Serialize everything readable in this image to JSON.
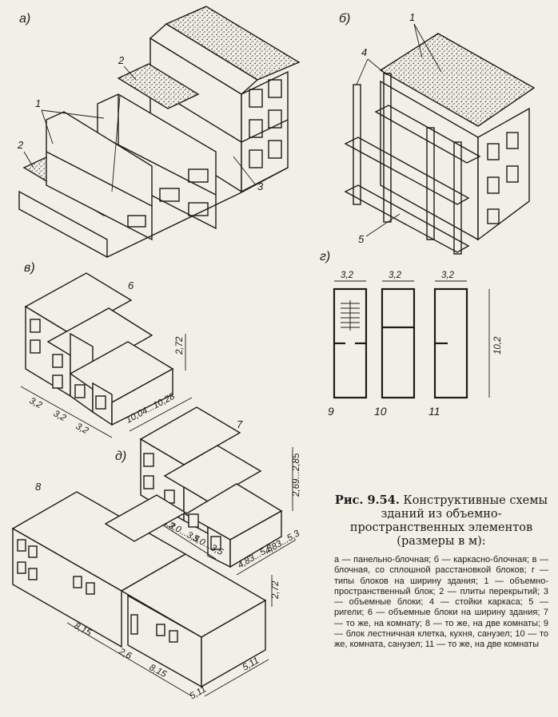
{
  "panels": {
    "a": "а)",
    "b": "б)",
    "v": "в)",
    "g": "г)",
    "d": "д)"
  },
  "callouts": {
    "a_1": "1",
    "a_2_top": "2",
    "a_2_bottom": "2",
    "a_3": "3",
    "b_1": "1",
    "b_4": "4",
    "b_5": "5",
    "v_6": "6",
    "d_7": "7",
    "d_8": "8"
  },
  "dimensions": {
    "v_height": "2,72",
    "v_w1": "3,2",
    "v_w2": "3,2",
    "v_w3": "3,2",
    "v_depth": "10,04...10,28",
    "g_w1": "3,2",
    "g_w2": "3,2",
    "g_w3": "3,2",
    "g_length": "10,2",
    "d_height": "2,69...2,85",
    "d_w1": "2,6...3,2",
    "d_w2": "3,0...3,5",
    "d_w3": "3,0...3,5",
    "d_depth1": "4,83...5,3",
    "d_depth2": "4,83...5,3",
    "e_height": "2,72",
    "e_len1": "8,15",
    "e_len2": "2,6",
    "e_len3": "8,15",
    "e_depth1": "5,11",
    "e_depth2": "5,11"
  },
  "plans": {
    "p9": "9",
    "p10": "10",
    "p11": "11"
  },
  "caption": {
    "fig": "Рис. 9.54.",
    "title": "Конструктивные схемы зданий из объемно-пространственных элементов (размеры в м):",
    "body": "а — панельно-блочная; б — каркасно-блочная; в — блочная, со сплошной расстановкой блоков; г — типы блоков на ширину здания; 1 — объемно-пространственный блок; 2 — плиты перекрытий; 3 — объемные блоки; 4 — стойки каркаса; 5 — ригели; 6 — объемные блоки на ширину здания; 7 — то же, на комнату; 8 — то же, на две комнаты; 9 — блок лестничная клетка, кухня, санузел; 10 — то же, комната, санузел; 11 — то же, на две комнаты"
  }
}
